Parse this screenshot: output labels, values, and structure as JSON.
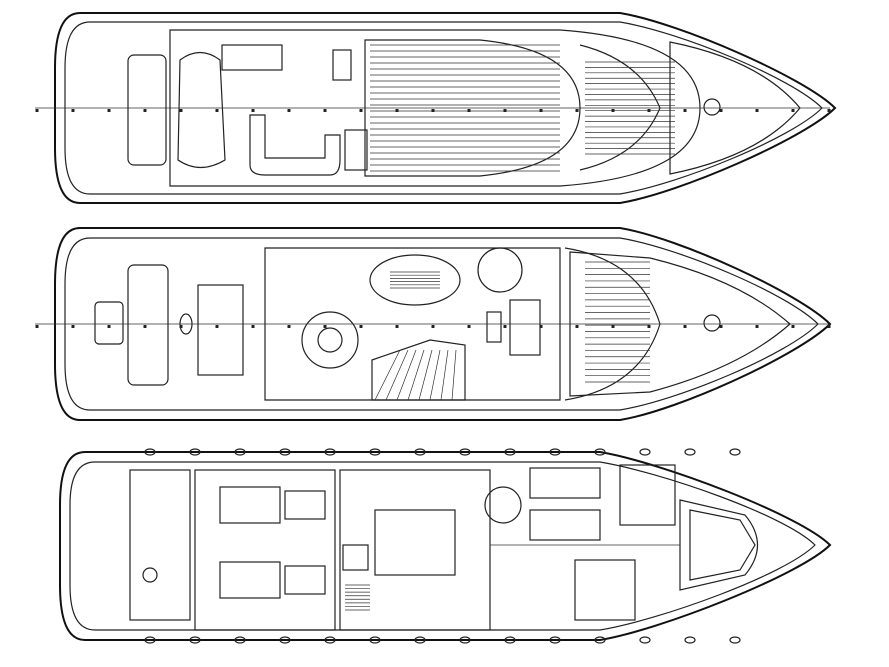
{
  "drawing": {
    "line_color": "#222222",
    "background": "#ffffff",
    "decks": [
      {
        "id": "flybridge"
      },
      {
        "id": "main-deck"
      },
      {
        "id": "lower-deck"
      }
    ]
  }
}
